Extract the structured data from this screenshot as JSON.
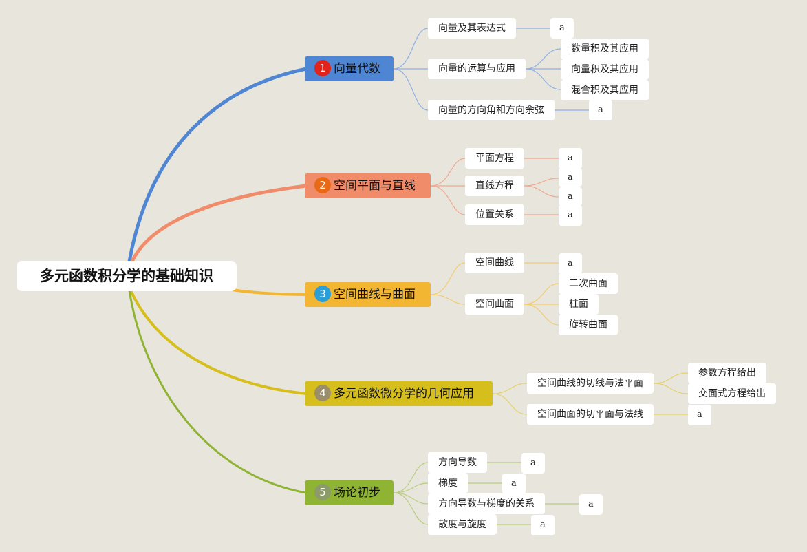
{
  "root": {
    "label": "多元函数积分学的基础知识"
  },
  "colors": {
    "b1": "#4f86d4",
    "b2": "#f08c6a",
    "b3": "#f2b632",
    "b4": "#d6be1c",
    "b5": "#8fb433",
    "badge1": "#e0241b",
    "badge2": "#e86a16",
    "badge3": "#2d9fd8",
    "badge4": "#9a8f6a",
    "badge5": "#8d9a6a",
    "link1": "#8db1e6",
    "link2": "#f1a88f",
    "link3": "#f1cc6e",
    "link4": "#e6d266",
    "link5": "#b8cd80"
  },
  "branches": [
    {
      "num": "1",
      "label": "向量代数",
      "children": [
        {
          "label": "向量及其表达式",
          "leaves": [
            "a"
          ]
        },
        {
          "label": "向量的运算与应用",
          "leaves": [
            "数量积及其应用",
            "向量积及其应用",
            "混合积及其应用"
          ]
        },
        {
          "label": "向量的方向角和方向余弦",
          "leaves": [
            "a"
          ]
        }
      ]
    },
    {
      "num": "2",
      "label": "空间平面与直线",
      "children": [
        {
          "label": "平面方程",
          "leaves": [
            "a"
          ]
        },
        {
          "label": "直线方程",
          "leaves": [
            "a",
            "a"
          ]
        },
        {
          "label": "位置关系",
          "leaves": [
            "a"
          ]
        }
      ]
    },
    {
      "num": "3",
      "label": "空间曲线与曲面",
      "children": [
        {
          "label": "空间曲线",
          "leaves": [
            "a"
          ]
        },
        {
          "label": "空间曲面",
          "leaves": [
            "二次曲面",
            "柱面",
            "旋转曲面"
          ]
        }
      ]
    },
    {
      "num": "4",
      "label": "多元函数微分学的几何应用",
      "children": [
        {
          "label": "空间曲线的切线与法平面",
          "leaves": [
            "参数方程给出",
            "交面式方程给出"
          ]
        },
        {
          "label": "空间曲面的切平面与法线",
          "leaves": [
            "a"
          ]
        }
      ]
    },
    {
      "num": "5",
      "label": "场论初步",
      "children": [
        {
          "label": "方向导数",
          "leaves": [
            "a"
          ]
        },
        {
          "label": "梯度",
          "leaves": [
            "a"
          ]
        },
        {
          "label": "方向导数与梯度的关系",
          "leaves": [
            "a"
          ]
        },
        {
          "label": "散度与旋度",
          "leaves": [
            "a"
          ]
        }
      ]
    }
  ]
}
